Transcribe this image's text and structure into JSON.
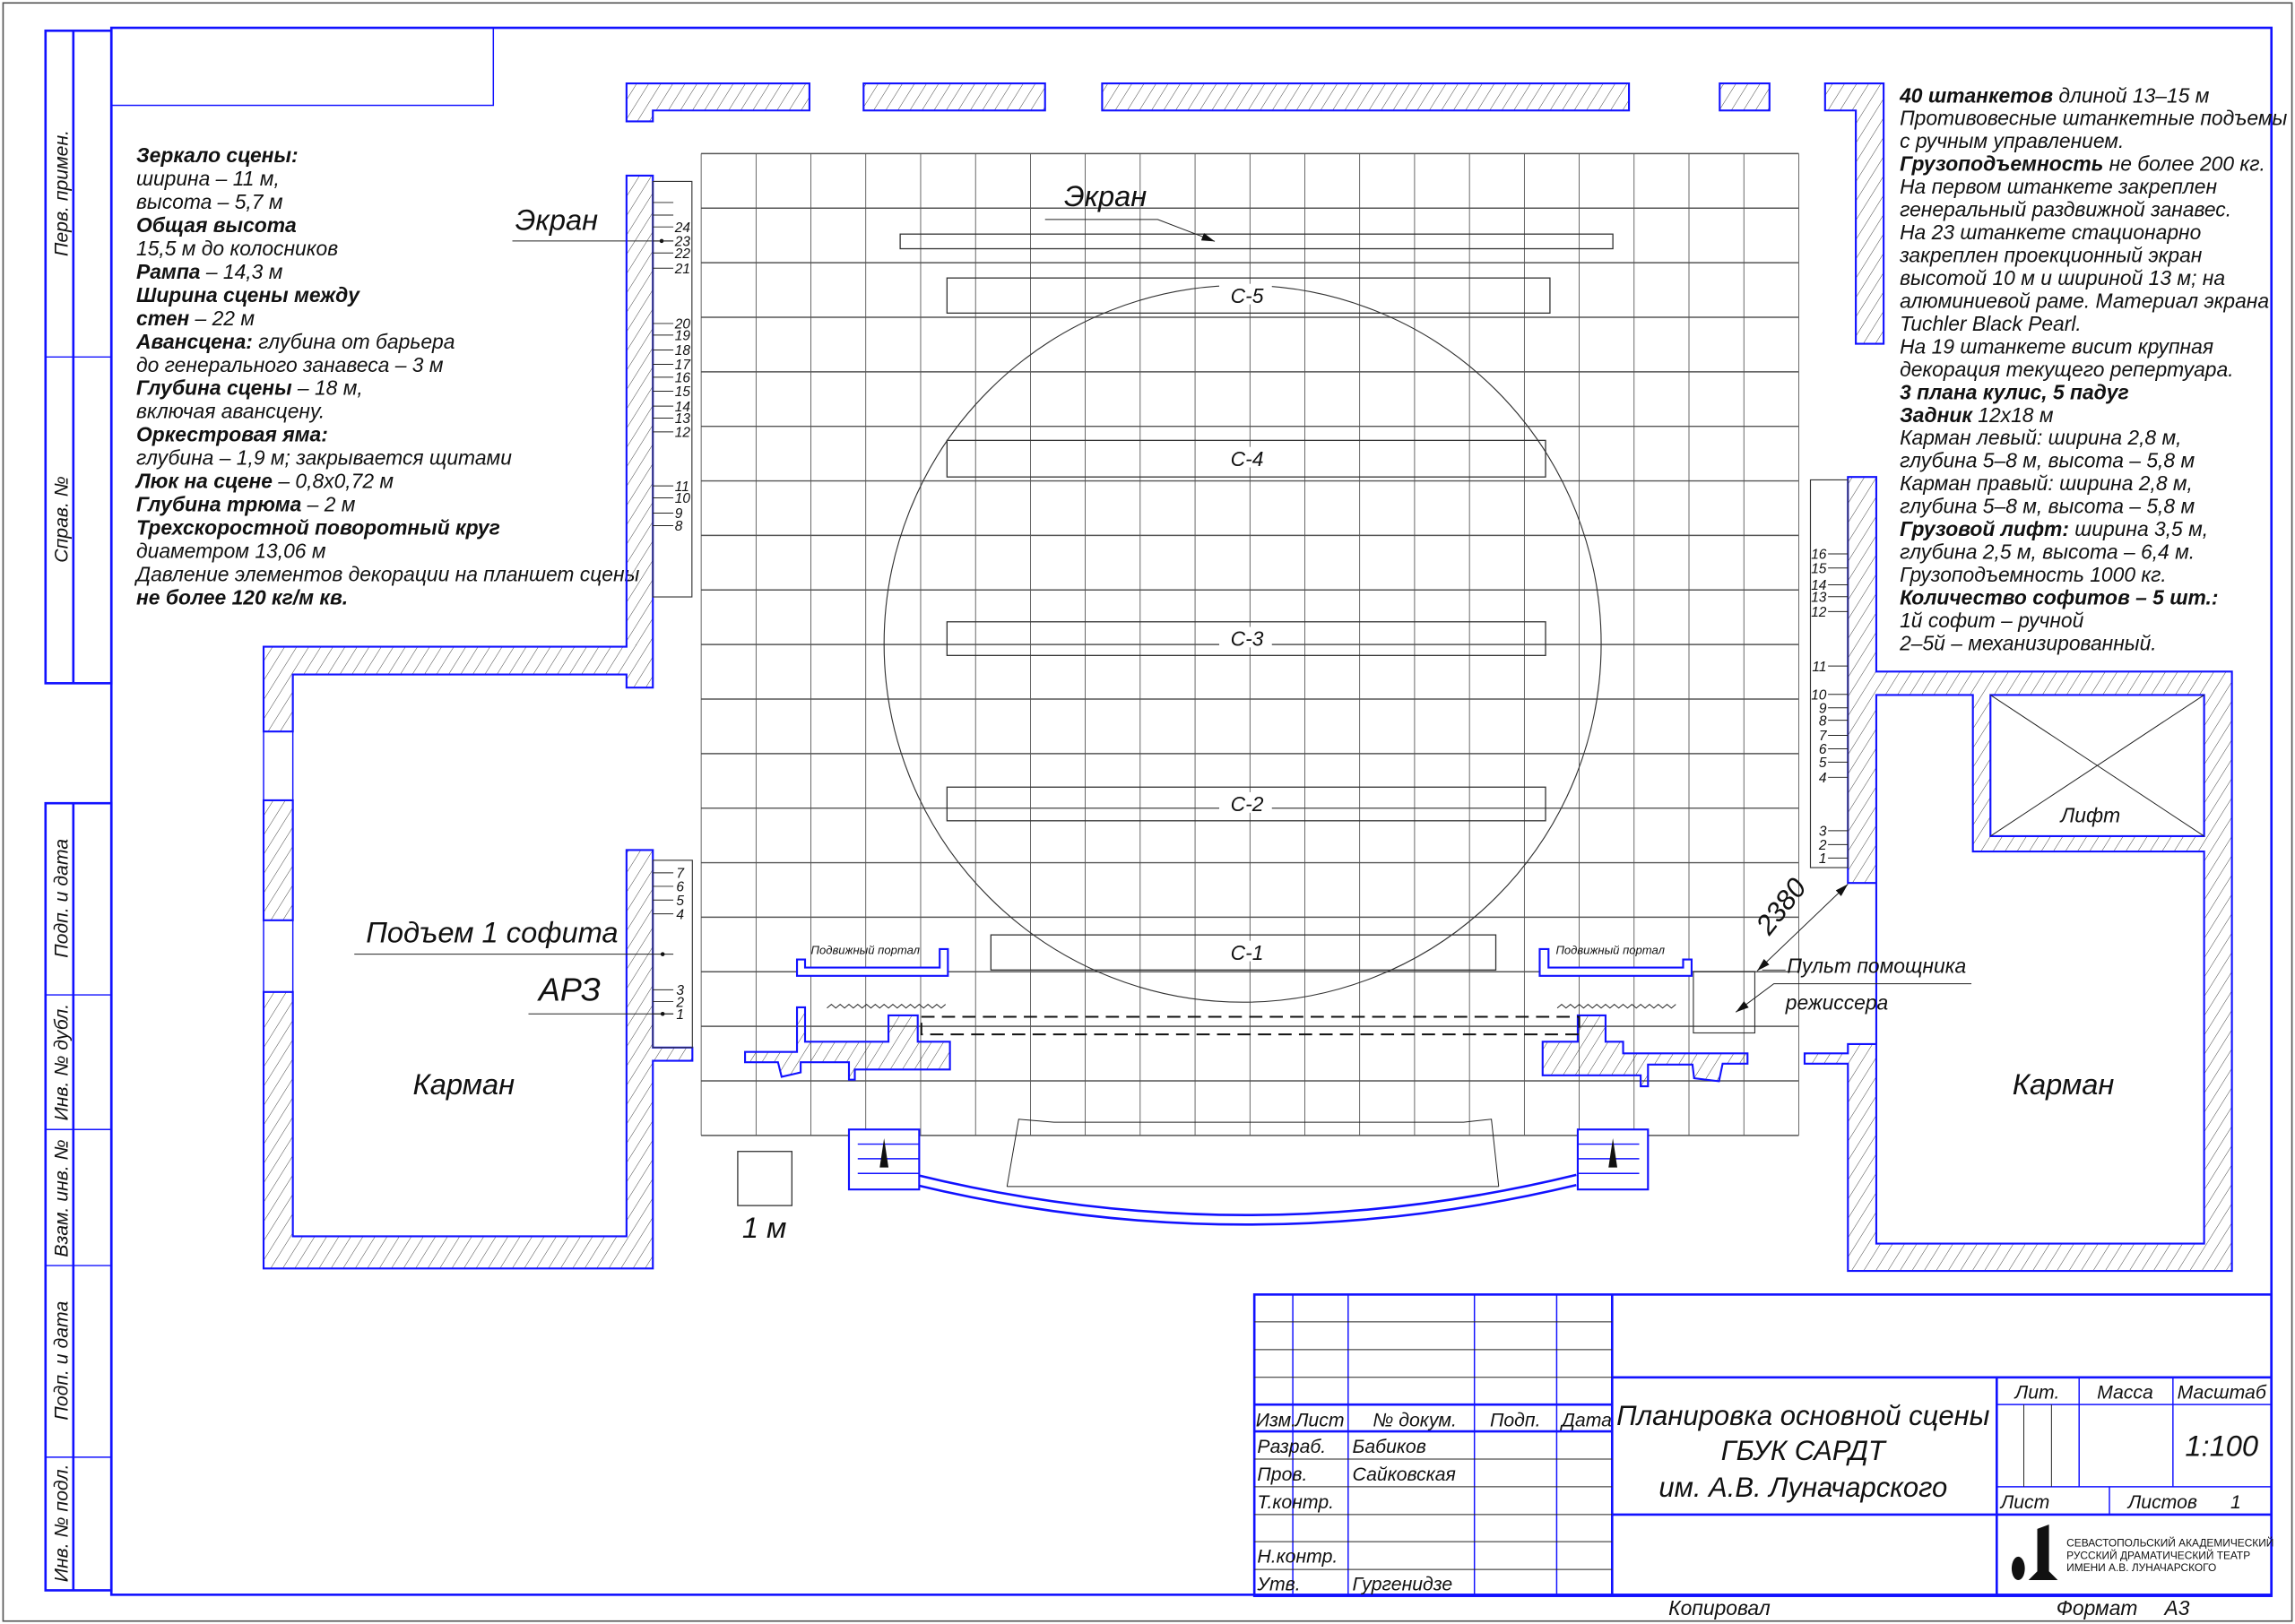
{
  "strip_labels": [
    "Перв. примен.",
    "Справ. №",
    "Подп. и дата",
    "Инв. № дубл.",
    "Взам. инв. №",
    "Подп. и дата",
    "Инв. № подл."
  ],
  "notes_left": [
    {
      "b": "Зеркало сцены:",
      "t": ""
    },
    {
      "b": "",
      "t": "ширина – 11 м,"
    },
    {
      "b": "",
      "t": "высота – 5,7 м"
    },
    {
      "b": "Общая высота",
      "t": ""
    },
    {
      "b": "",
      "t": "15,5 м до колосников"
    },
    {
      "b": "Рампа",
      "t": " – 14,3 м"
    },
    {
      "b": "Ширина сцены между",
      "t": ""
    },
    {
      "b": "стен",
      "t": " – 22 м"
    },
    {
      "b": "Авансцена:",
      "t": " глубина от барьера"
    },
    {
      "b": "",
      "t": "до генерального занавеса – 3 м"
    },
    {
      "b": "Глубина сцены",
      "t": " – 18 м,"
    },
    {
      "b": "",
      "t": "включая авансцену."
    },
    {
      "b": "Оркестровая яма:",
      "t": ""
    },
    {
      "b": "",
      "t": "глубина – 1,9 м; закрывается щитами"
    },
    {
      "b": "Люк на сцене",
      "t": " – 0,8х0,72 м"
    },
    {
      "b": "Глубина трюма",
      "t": " – 2 м"
    },
    {
      "b": "Трехскоростной поворотный круг",
      "t": ""
    },
    {
      "b": "",
      "t": "диаметром 13,06 м"
    },
    {
      "b": "",
      "t": "Давление элементов декорации на планшет сцены"
    },
    {
      "b": "не более 120 кг/м кв.",
      "t": ""
    }
  ],
  "notes_right": [
    {
      "b": "40 штанкетов",
      "t": " длиной 13–15 м"
    },
    {
      "b": "",
      "t": "Противовесные штанкетные подъемы"
    },
    {
      "b": "",
      "t": "с ручным управлением."
    },
    {
      "b": "Грузоподъемность",
      "t": " не более 200 кг."
    },
    {
      "b": "",
      "t": "На первом штанкете закреплен"
    },
    {
      "b": "",
      "t": "генеральный раздвижной занавес."
    },
    {
      "b": "",
      "t": "На 23 штанкете стационарно"
    },
    {
      "b": "",
      "t": "закреплен проекционный экран"
    },
    {
      "b": "",
      "t": "высотой 10 м и шириной 13 м; на"
    },
    {
      "b": "",
      "t": "алюминиевой раме. Материал экрана"
    },
    {
      "b": "",
      "t": "Tuchler Black Pearl."
    },
    {
      "b": "",
      "t": "На 19 штанкете висит крупная"
    },
    {
      "b": "",
      "t": "декорация текущего репертуара."
    },
    {
      "b": "3 плана кулис, 5 падуг",
      "t": ""
    },
    {
      "b": "Задник",
      "t": " 12х18 м"
    },
    {
      "b": "",
      "t": "Карман левый: ширина 2,8 м,"
    },
    {
      "b": "",
      "t": "глубина 5–8 м, высота – 5,8 м"
    },
    {
      "b": "",
      "t": "Карман правый: ширина 2,8 м,"
    },
    {
      "b": "",
      "t": "глубина 5–8 м, высота – 5,8 м"
    },
    {
      "b": "Грузовой лифт:",
      "t": " ширина 3,5 м,"
    },
    {
      "b": "",
      "t": "глубина 2,5 м, высота – 6,4 м."
    },
    {
      "b": "",
      "t": "Грузоподъемность 1000 кг."
    },
    {
      "b": "Количество софитов – 5 шт.:",
      "t": ""
    },
    {
      "b": "",
      "t": "1й софит – ручной"
    },
    {
      "b": "",
      "t": "2–5й – механизированный."
    }
  ],
  "plan": {
    "screen_label": "Экран",
    "screen_label_left": "Экран",
    "battens": [
      "С-5",
      "С-4",
      "С-3",
      "С-2",
      "С-1"
    ],
    "portal_left": "Подвижный портал",
    "portal_right": "Подвижный портал",
    "lift_label": "Подъем 1 софита",
    "arz_label": "АРЗ",
    "pocket_left": "Карман",
    "pocket_right": "Карман",
    "elevator": "Лифт",
    "console_line1": "Пульт помощника",
    "console_line2": "режиссера",
    "dimension": "2380",
    "scale_square": "1 м",
    "left_scale_upper": [
      "24",
      "23",
      "22",
      "21",
      "20",
      "19",
      "18",
      "17",
      "16",
      "15",
      "14",
      "13",
      "12",
      "11",
      "10",
      "9",
      "8"
    ],
    "left_scale_lower": [
      "7",
      "6",
      "5",
      "4",
      "3",
      "2",
      "1"
    ],
    "right_scale": [
      "16",
      "15",
      "14",
      "13",
      "12",
      "11",
      "10",
      "9",
      "8",
      "7",
      "6",
      "5",
      "4",
      "3",
      "2",
      "1"
    ]
  },
  "title_block": {
    "headers": {
      "izm": "Изм.",
      "list": "Лист",
      "doc": "№ докум.",
      "sign": "Подп.",
      "date": "Дата"
    },
    "roles": [
      {
        "role": "Разраб.",
        "name": "Бабиков"
      },
      {
        "role": "Пров.",
        "name": "Сайковская"
      },
      {
        "role": "Т.контр.",
        "name": ""
      },
      {
        "role": "",
        "name": ""
      },
      {
        "role": "Н.контр.",
        "name": ""
      },
      {
        "role": "Утв.",
        "name": "Гургенидзе"
      }
    ],
    "title_lines": [
      "Планировка основной сцены",
      "ГБУК САРДТ",
      "им. А.В. Луначарского"
    ],
    "lit": "Лит.",
    "mass": "Масса",
    "scale_label": "Масштаб",
    "scale": "1:100",
    "sheet": "Лист",
    "sheets_label": "Листов",
    "sheets": "1",
    "org_lines": [
      "СЕВАСТОПОЛЬСКИЙ АКАДЕМИЧЕСКИЙ",
      "РУССКИЙ ДРАМАТИЧЕСКИЙ ТЕАТР",
      "ИМЕНИ А.В. ЛУНАЧАРСКОГО"
    ],
    "copied": "Копировал",
    "format_label": "Формат",
    "format": "А3"
  },
  "colors": {
    "frame": "#1212ff",
    "lines": "#222222"
  }
}
